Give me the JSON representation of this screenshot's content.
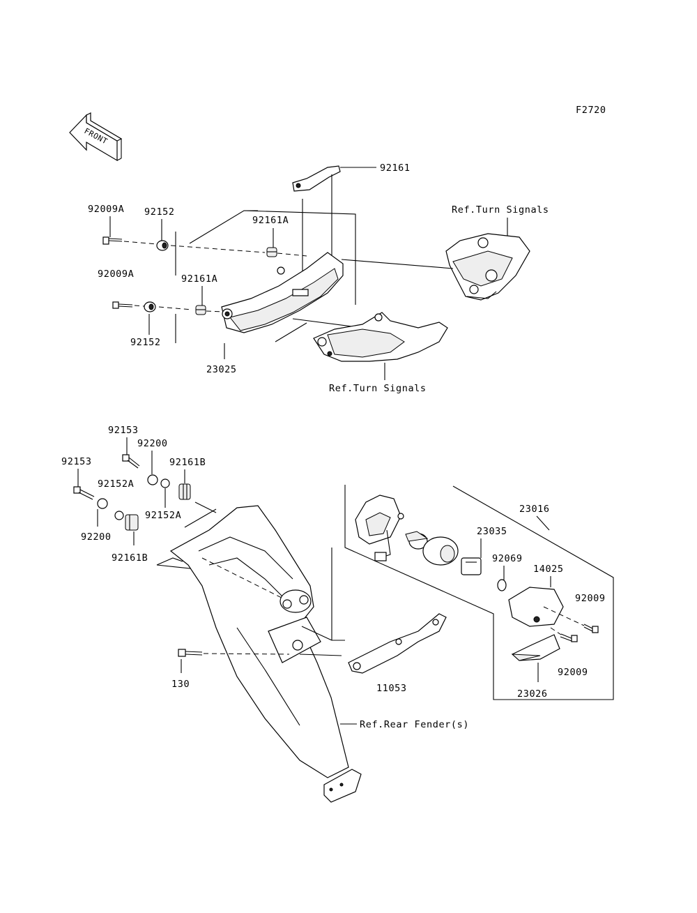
{
  "figure_code": "F2720",
  "front_label": "FRONT",
  "labels": {
    "p92161": "92161",
    "ref_turn_signals_1": "Ref.Turn Signals",
    "p92009A_1": "92009A",
    "p92152_1": "92152",
    "p92161A_1": "92161A",
    "p92009A_2": "92009A",
    "p92161A_2": "92161A",
    "p92152_2": "92152",
    "p23025": "23025",
    "ref_turn_signals_2": "Ref.Turn Signals",
    "p92153_1": "92153",
    "p92200_1": "92200",
    "p92153_2": "92153",
    "p92161B_1": "92161B",
    "p92152A_1": "92152A",
    "p92152A_2": "92152A",
    "p92200_2": "92200",
    "p92161B_2": "92161B",
    "p23016": "23016",
    "p23035": "23035",
    "p92069": "92069",
    "p14025": "14025",
    "p92009_1": "92009",
    "p130": "130",
    "p11053": "11053",
    "p92009_2": "92009",
    "p23026": "23026",
    "ref_rear_fender": "Ref.Rear Fender(s)"
  }
}
